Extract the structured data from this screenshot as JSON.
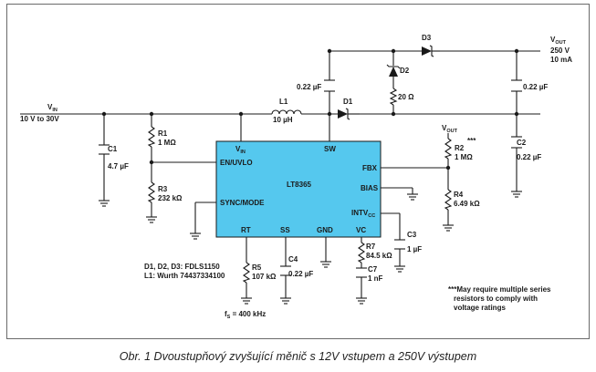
{
  "chip": {
    "name": "LT8365",
    "pins": {
      "vin": "V",
      "vin_sub": "IN",
      "sw": "SW",
      "en": "EN/UVLO",
      "fbx": "FBX",
      "bias": "BIAS",
      "sync": "SYNC/MODE",
      "intv": "INTV",
      "intv_sub": "CC",
      "rt": "RT",
      "ss": "SS",
      "gnd": "GND",
      "vc": "VC"
    }
  },
  "input": {
    "label": "V",
    "label_sub": "IN",
    "range": "10 V to 30V"
  },
  "output": {
    "label": "V",
    "label_sub": "OUT",
    "voltage": "250 V",
    "current": "10 mA"
  },
  "fb_vout": {
    "label": "V",
    "label_sub": "OUT",
    "stars": "***"
  },
  "components": {
    "L1": {
      "name": "L1",
      "value": "10 µH"
    },
    "D1": {
      "name": "D1"
    },
    "D2": {
      "name": "D2"
    },
    "D3": {
      "name": "D3"
    },
    "Cfly": {
      "value": "0.22 µF"
    },
    "R20": {
      "value": "20 Ω"
    },
    "Cout1": {
      "value": "0.22 µF"
    },
    "C1": {
      "name": "C1",
      "value": "4.7 µF"
    },
    "R1": {
      "name": "R1",
      "value": "1 MΩ"
    },
    "R3": {
      "name": "R3",
      "value": "232 kΩ"
    },
    "R2": {
      "name": "R2",
      "value": "1 MΩ"
    },
    "R4": {
      "name": "R4",
      "value": "6.49 kΩ"
    },
    "C2": {
      "name": "C2",
      "value": "0.22 µF"
    },
    "C3": {
      "name": "C3",
      "value": "1 µF"
    },
    "R7": {
      "name": "R7",
      "value": "84.5 kΩ"
    },
    "C7": {
      "name": "C7",
      "value": "1 nF"
    },
    "R5": {
      "name": "R5",
      "value": "107 kΩ"
    },
    "C4": {
      "name": "C4",
      "value": "0.22 µF"
    }
  },
  "notes": {
    "diodes": "D1, D2, D3: FDLS1150",
    "inductor": "L1: Wurth 74437334100",
    "freq": "f",
    "freq_sub": "S",
    "freq_value": " = 400 kHz",
    "series_note": [
      "***May require multiple series",
      "resistors to comply with",
      "voltage ratings"
    ]
  },
  "caption": "Obr. 1  Dvoustupňový zvyšující měnič s 12V vstupem a 250V výstupem"
}
